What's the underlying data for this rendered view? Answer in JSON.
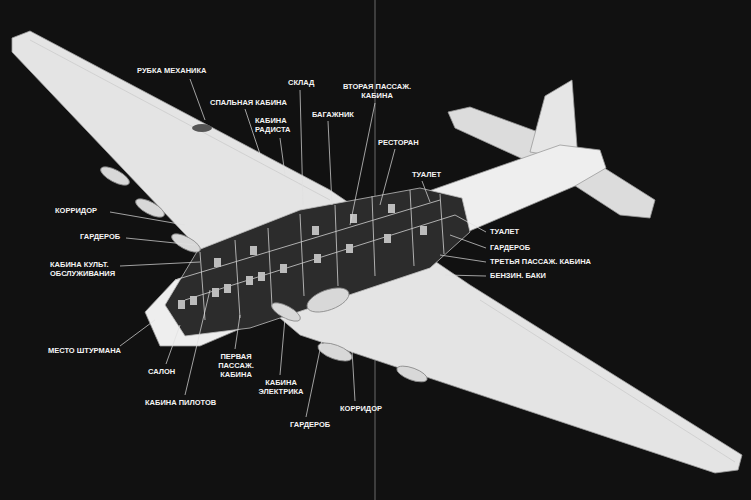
{
  "diagram": {
    "labels": [
      "РУБКА МЕХАНИКА",
      "СПАЛЬНАЯ КАБИНА",
      "СКЛАД",
      "КАБИНА РАДИСТА",
      "БАГАЖНИК",
      "ВТОРАЯ ПАССАЖ. КАБИНА",
      "РЕСТОРАН",
      "ТУАЛЕТ",
      "КОРРИДОР",
      "ГАРДЕРОБ",
      "КАБИНА КУЛЬТ. ОБСЛУЖИВАНИЯ",
      "ТУАЛЕТ",
      "ГАРДЕРОБ",
      "ТРЕТЬЯ ПАССАЖ. КАБИНА",
      "БЕНЗИН. БАКИ",
      "МЕСТО ШТУРМАНА",
      "САЛОН",
      "ПЕРВАЯ ПАССАЖ. КАБИНА",
      "КАБИНА ЭЛЕКТРИКА",
      "КАБИНА ПИЛОТОВ",
      "ГАРДЕРОБ",
      "КОРРИДОР"
    ]
  }
}
